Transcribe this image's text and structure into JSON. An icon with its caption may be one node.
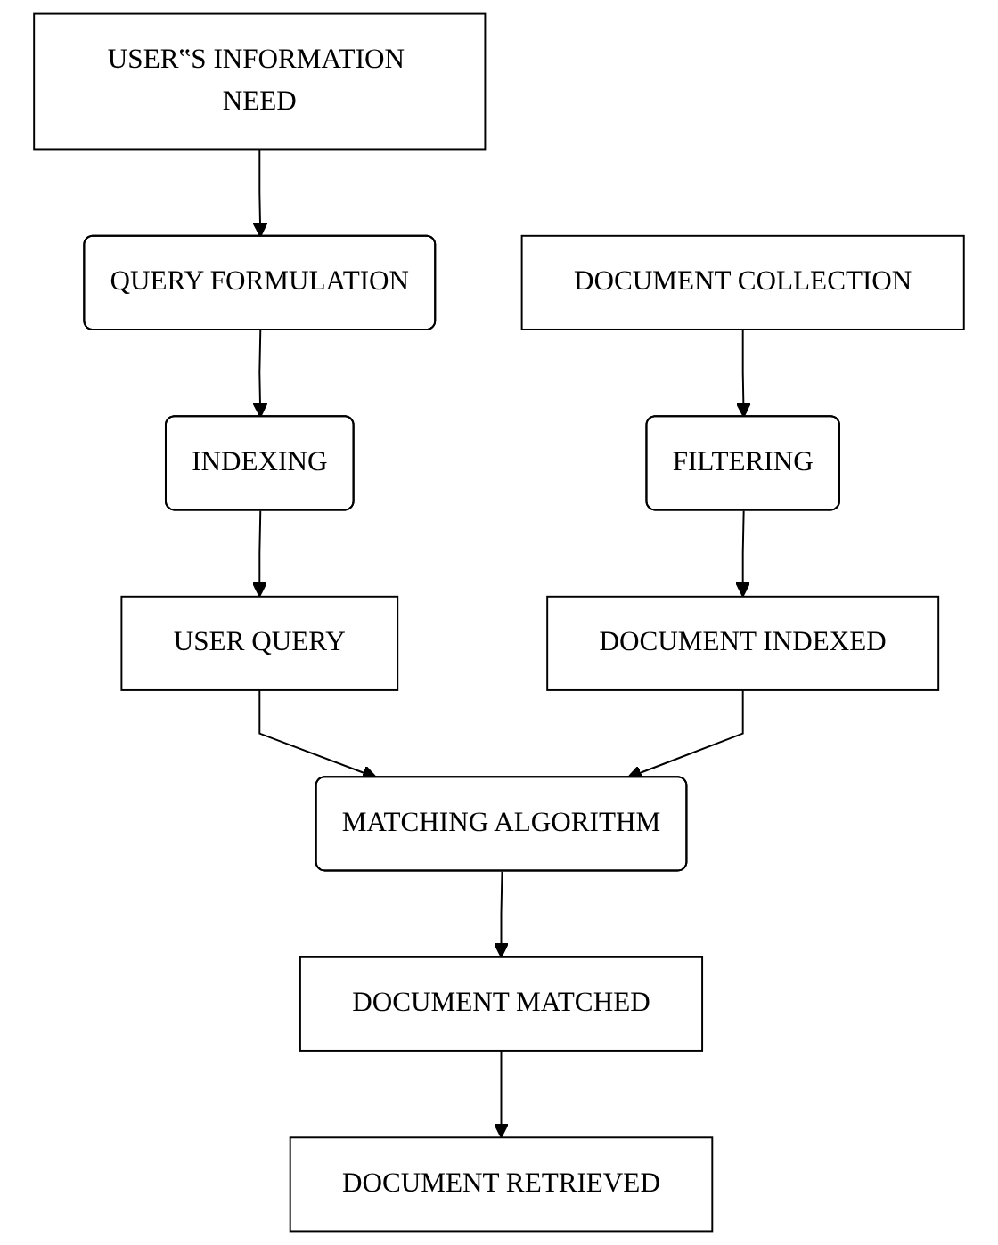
{
  "diagram": {
    "nodes": [
      {
        "text": [
          "USER‟S INFORMATION NEED"
        ]
      },
      {
        "text": [
          "DOCUMENT COLLECTION"
        ]
      },
      {
        "text": [
          "QUERY FORMULATION"
        ]
      },
      {
        "text": [
          "FILTERING"
        ]
      },
      {
        "text": [
          "INDEXING"
        ]
      },
      {
        "text": [
          "USER QUERY"
        ]
      },
      {
        "text": [
          "DOCUMENT INDEXED"
        ]
      },
      {
        "text": [
          "MATCHING ALGORITHM"
        ]
      },
      {
        "text": [
          "DOCUMENT MATCHED"
        ]
      },
      {
        "text": [
          "DOCUMENT RETRIEVED"
        ]
      }
    ],
    "edges": [
      {
        "from": 0,
        "to": 2,
        "arrow": "to"
      },
      {
        "from": 2,
        "to": 4,
        "arrow": "to"
      },
      {
        "from": 4,
        "to": 5,
        "arrow": "to"
      },
      {
        "from": 1,
        "to": 3,
        "arrow": "to"
      },
      {
        "from": 3,
        "to": 6,
        "arrow": "to"
      },
      {
        "from": 5,
        "to": 7,
        "arrow": "to"
      },
      {
        "from": 6,
        "to": 7,
        "arrow": "to"
      },
      {
        "from": 7,
        "to": 8,
        "arrow": "to"
      },
      {
        "from": 8,
        "to": 9,
        "arrow": "to"
      }
    ]
  }
}
